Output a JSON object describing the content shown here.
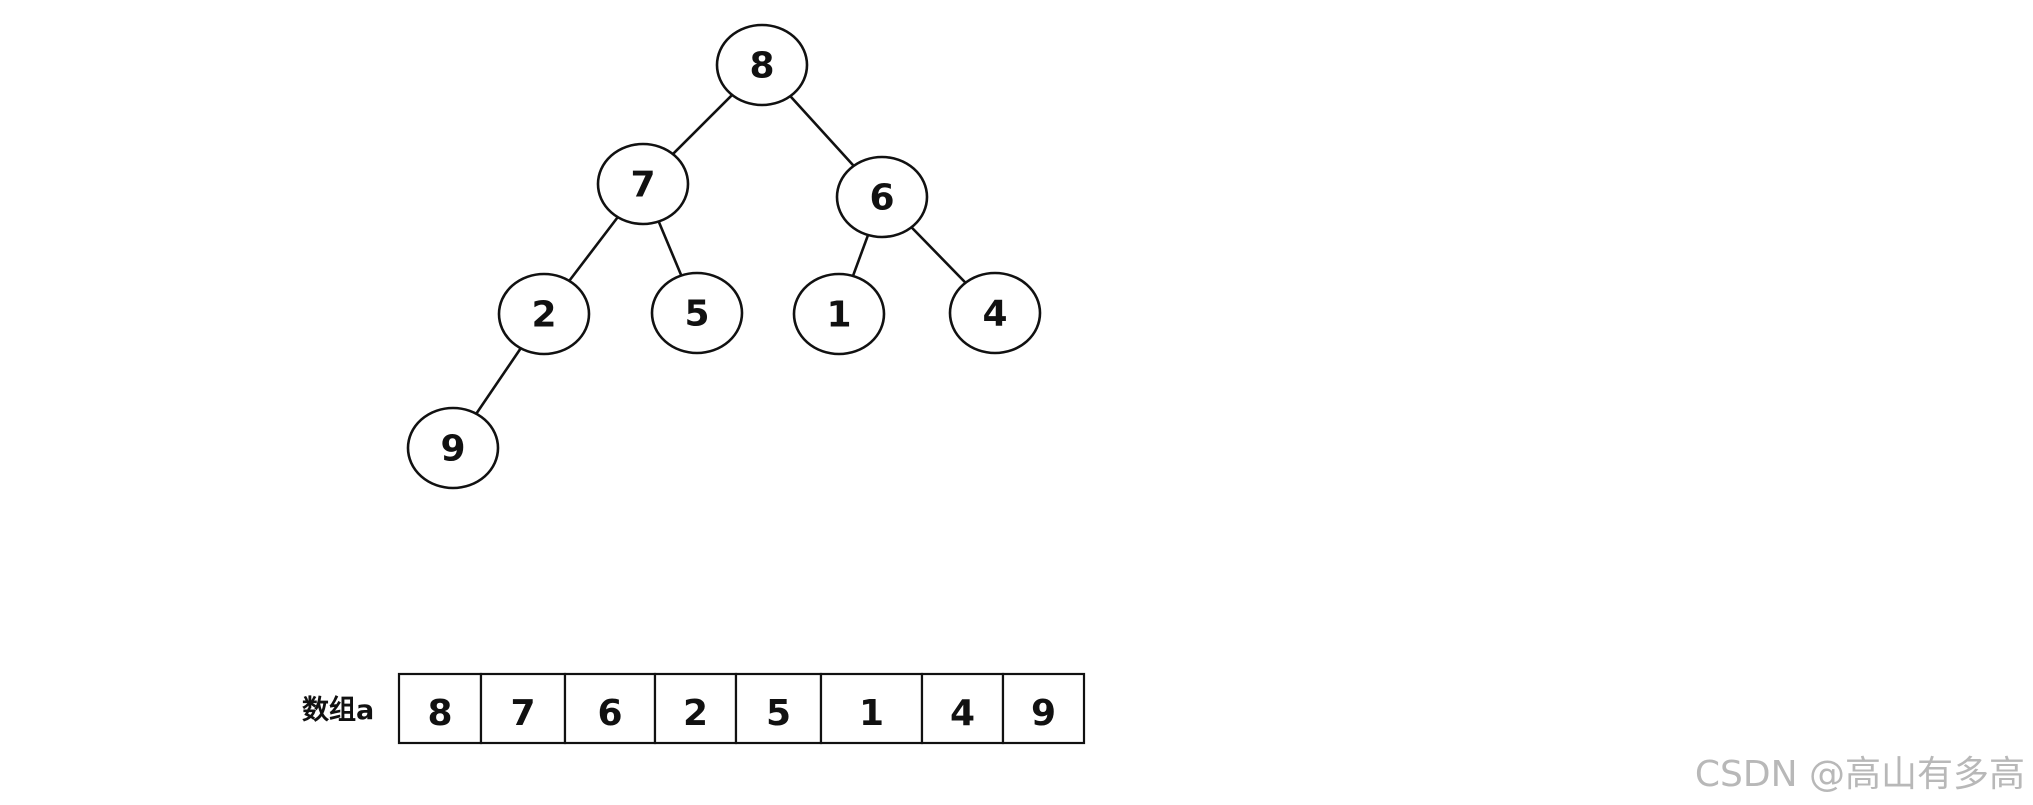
{
  "tree": {
    "nodes": [
      {
        "id": "n0",
        "value": "8"
      },
      {
        "id": "n1",
        "value": "7"
      },
      {
        "id": "n2",
        "value": "6"
      },
      {
        "id": "n3",
        "value": "2"
      },
      {
        "id": "n4",
        "value": "5"
      },
      {
        "id": "n5",
        "value": "1"
      },
      {
        "id": "n6",
        "value": "4"
      },
      {
        "id": "n7",
        "value": "9"
      }
    ],
    "edges": [
      {
        "from": "n0",
        "to": "n1"
      },
      {
        "from": "n0",
        "to": "n2"
      },
      {
        "from": "n1",
        "to": "n3"
      },
      {
        "from": "n1",
        "to": "n4"
      },
      {
        "from": "n2",
        "to": "n5"
      },
      {
        "from": "n2",
        "to": "n6"
      },
      {
        "from": "n3",
        "to": "n7"
      }
    ]
  },
  "array": {
    "label": "数组a",
    "values": [
      "8",
      "7",
      "6",
      "2",
      "5",
      "1",
      "4",
      "9"
    ]
  },
  "watermark": "CSDN @高山有多高"
}
